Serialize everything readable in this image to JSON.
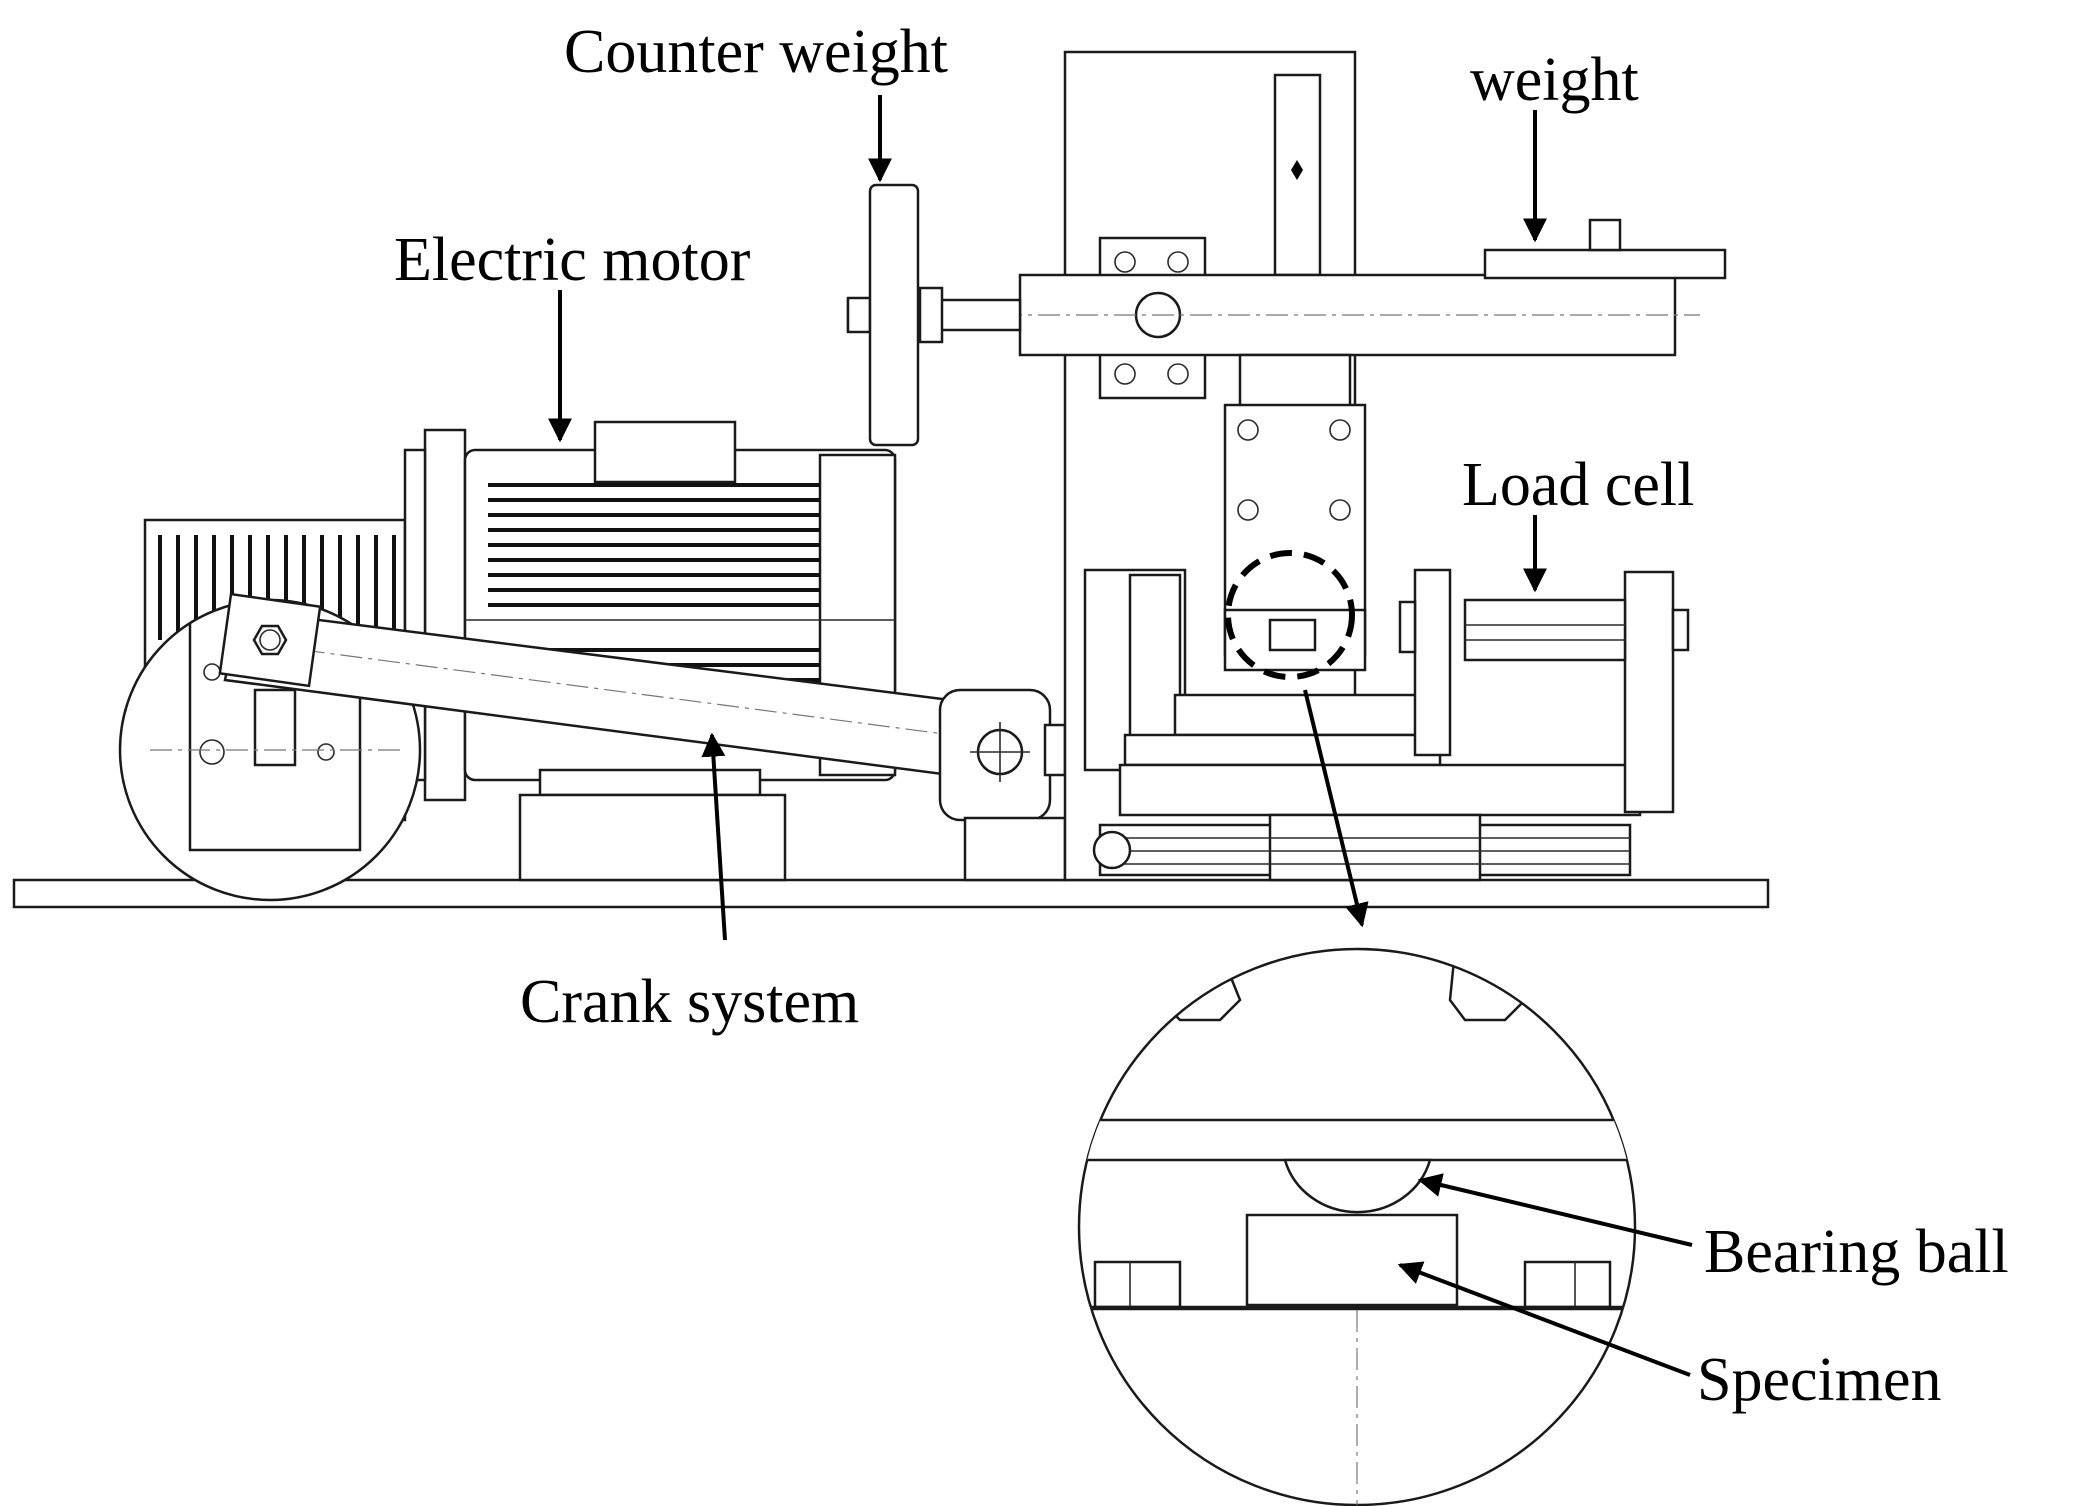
{
  "labels": {
    "counter_weight": "Counter weight",
    "weight": "weight",
    "electric_motor": "Electric motor",
    "load_cell": "Load cell",
    "crank_system": "Crank system",
    "bearing_ball": "Bearing ball",
    "specimen": "Specimen"
  },
  "colors": {
    "line": "#1a1a1a",
    "background": "#ffffff",
    "dashed_circle": "#000000"
  }
}
